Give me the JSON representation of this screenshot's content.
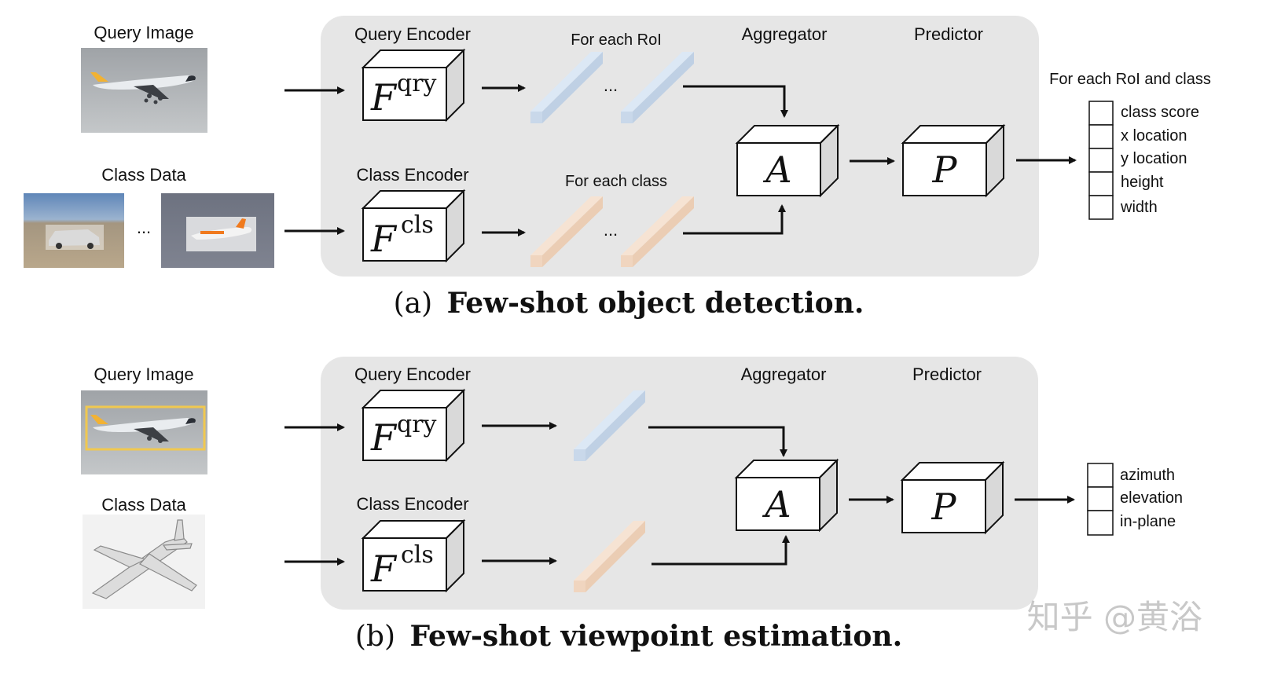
{
  "panel_a": {
    "query_image_label": "Query Image",
    "class_data_label": "Class Data",
    "ellipsis": "...",
    "query_encoder_label": "Query Encoder",
    "class_encoder_label": "Class Encoder",
    "for_each_roi": "For each RoI",
    "for_each_class": "For each class",
    "aggregator_label": "Aggregator",
    "predictor_label": "Predictor",
    "qry_symbol": "F",
    "qry_superscript": "qry",
    "cls_symbol": "F",
    "cls_superscript": "cls",
    "agg_symbol": "A",
    "pred_symbol": "P",
    "output_header": "For each RoI and class",
    "outputs": [
      "class score",
      "x location",
      "y location",
      "height",
      "width"
    ],
    "caption_tag": "(a)",
    "caption": "Few-shot object detection."
  },
  "panel_b": {
    "query_image_label": "Query Image",
    "class_data_label": "Class Data",
    "query_encoder_label": "Query Encoder",
    "class_encoder_label": "Class Encoder",
    "aggregator_label": "Aggregator",
    "predictor_label": "Predictor",
    "qry_symbol": "F",
    "qry_superscript": "qry",
    "cls_symbol": "F",
    "cls_superscript": "cls",
    "agg_symbol": "A",
    "pred_symbol": "P",
    "outputs": [
      "azimuth",
      "elevation",
      "in-plane"
    ],
    "caption_tag": "(b)",
    "caption": "Few-shot viewpoint estimation."
  },
  "watermark": "知乎 @黄浴",
  "colors": {
    "panel_bg": "#e6e6e6",
    "query_feature": "#dce8f5",
    "class_feature": "#f6e3d3",
    "bbox_highlight": "#f0c850"
  }
}
